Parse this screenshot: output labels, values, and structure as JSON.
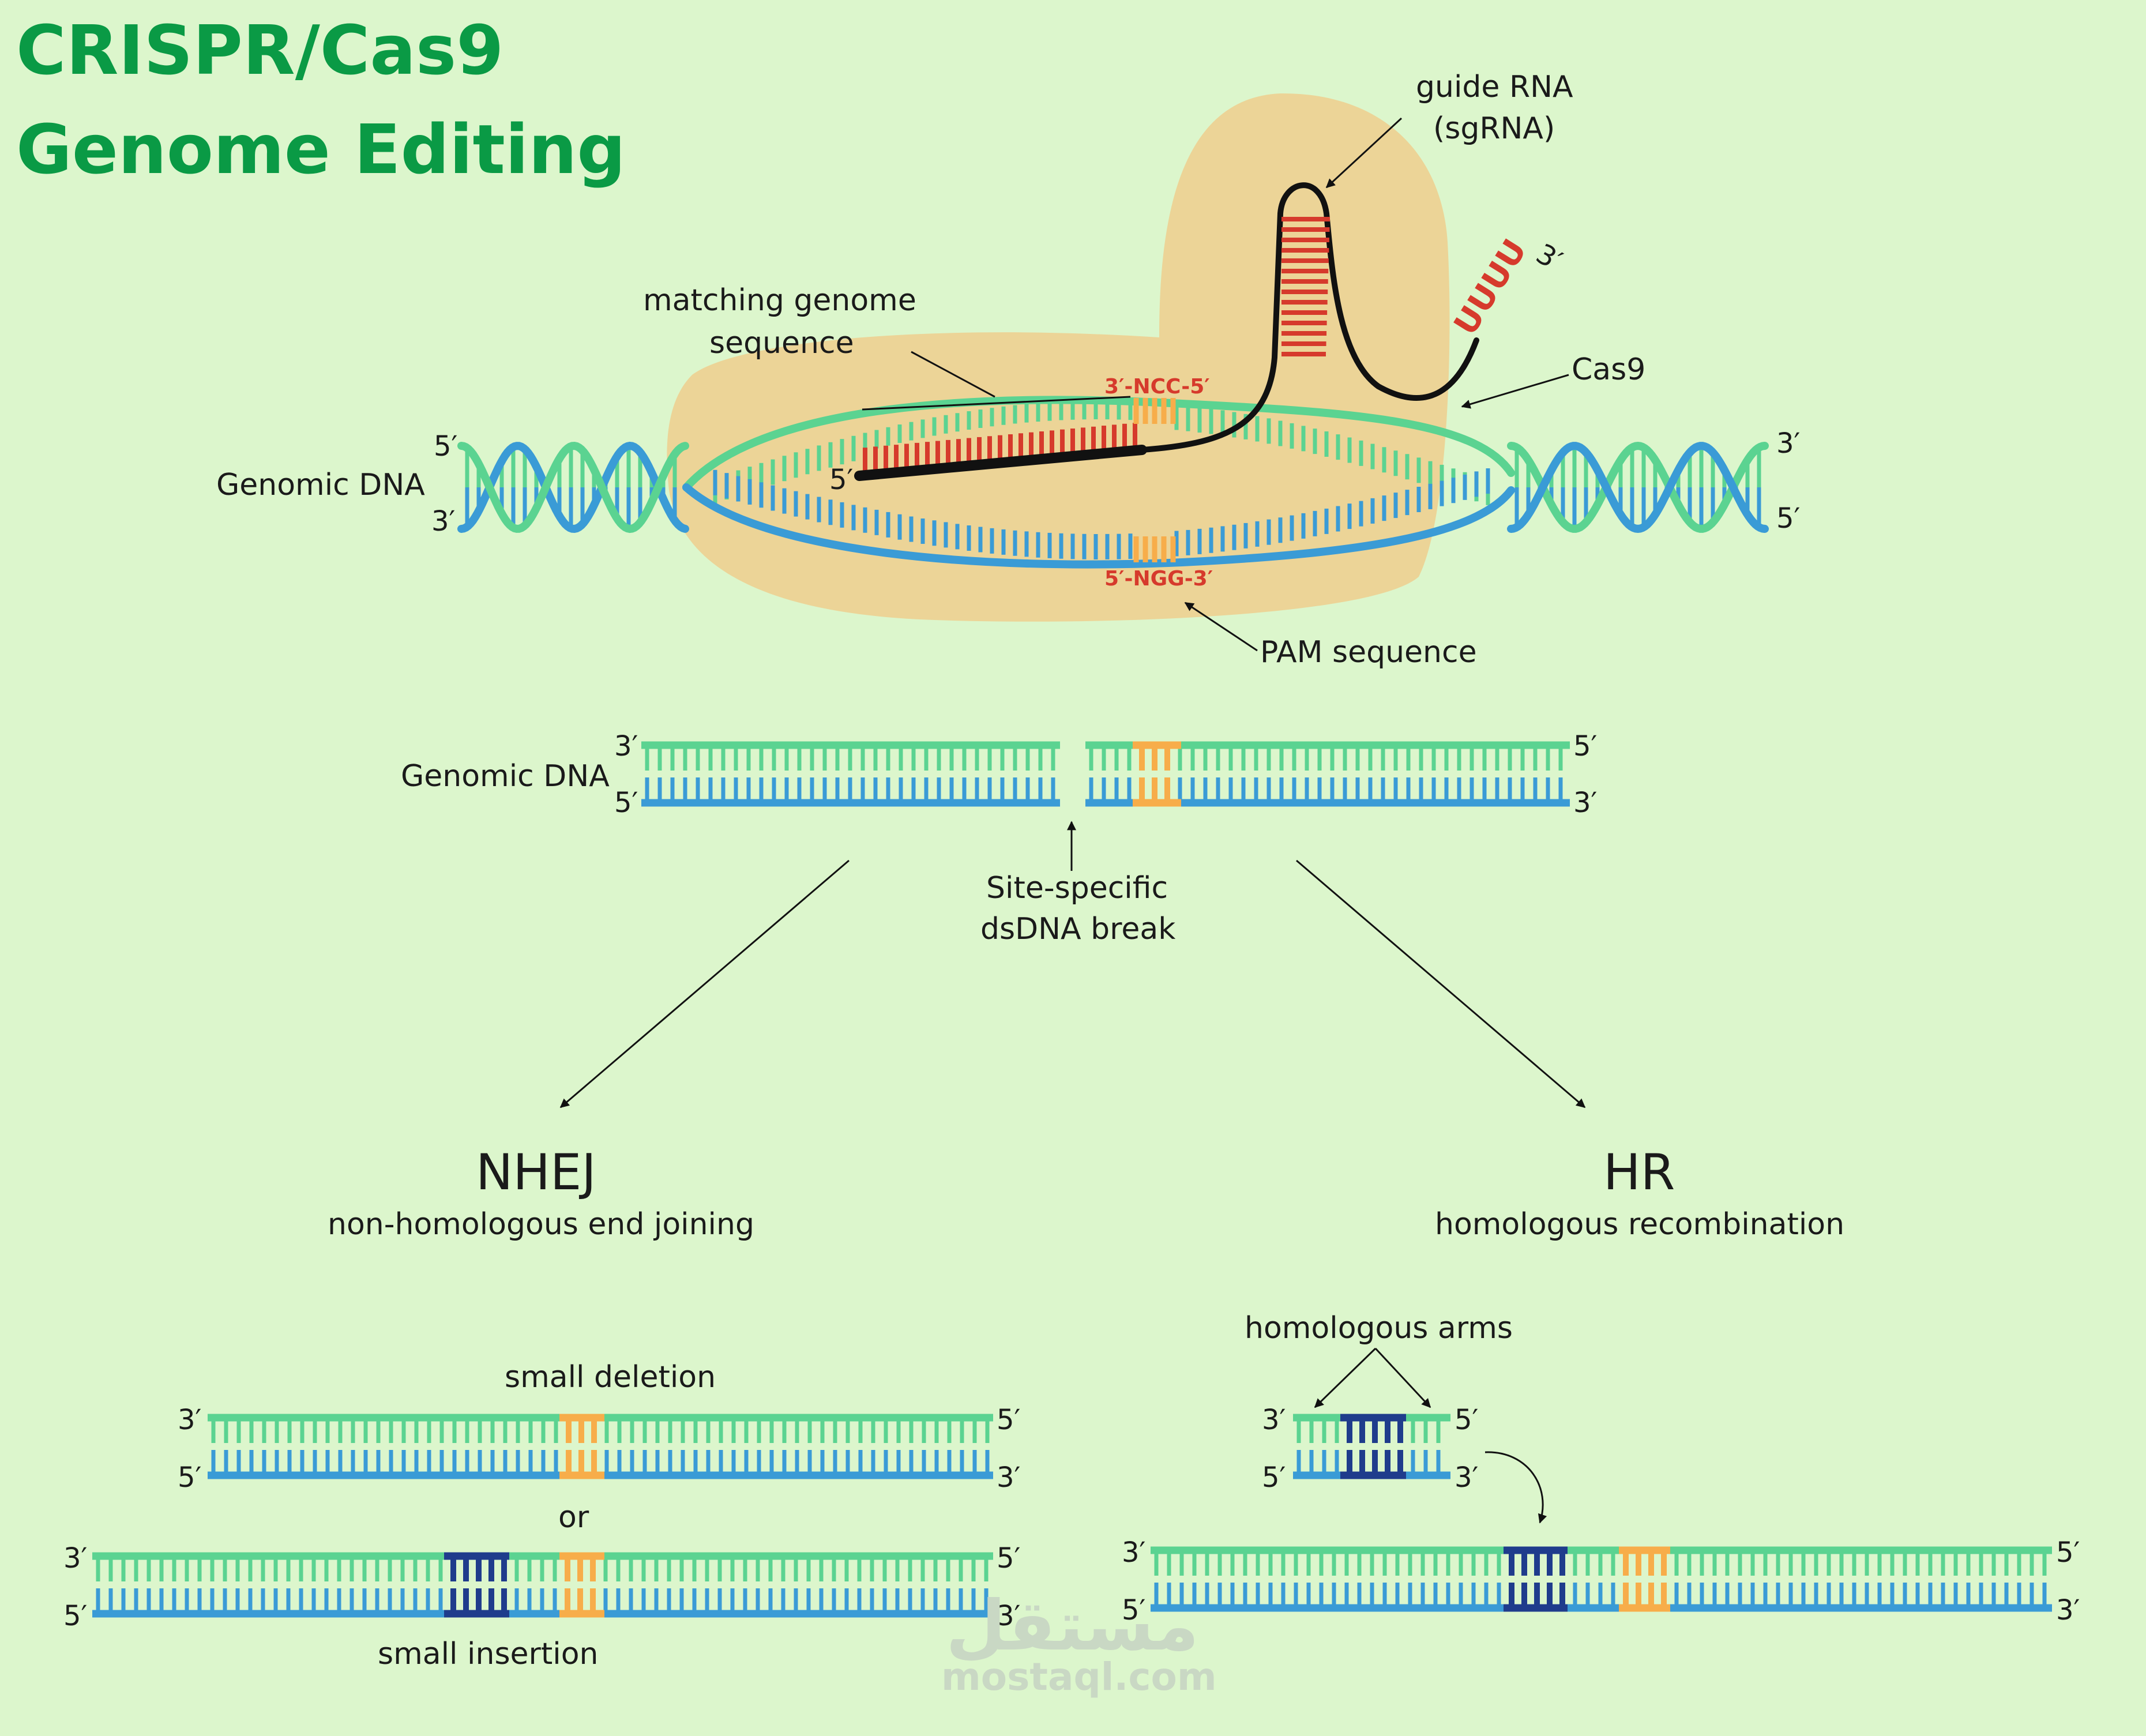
{
  "title": {
    "line1": "CRISPR/Cas9",
    "line2": "Genome Editing"
  },
  "labels": {
    "guide_rna_1": "guide RNA",
    "guide_rna_2": "(sgRNA)",
    "matching_1": "matching genome",
    "matching_2": "sequence",
    "cas9": "Cas9",
    "genomic_dna": "Genomic DNA",
    "ncc": "3′-NCC-5′",
    "ngg": "5′-NGG-3′",
    "pam": "PAM sequence",
    "uuuu": "UUUU",
    "site_1": "Site-specific",
    "site_2": "dsDNA break",
    "nhej": "NHEJ",
    "nhej_full": "non-homologous end joining",
    "hr": "HR",
    "hr_full": "homologous recombination",
    "small_deletion": "small deletion",
    "or": "or",
    "small_insertion": "small insertion",
    "homologous_arms": "homologous arms",
    "p5": "5′",
    "p3": "3′"
  },
  "watermark": {
    "arabic": "مستقل",
    "latin": "mostaql.com"
  },
  "colors": {
    "background": "#dcf6cc",
    "title": "#0a9a45",
    "strand_top": "#5bd391",
    "strand_bottom": "#3a9bd6",
    "pam": "#f7ad4a",
    "insert": "#1f3c8c",
    "rna_red": "#d63a2c",
    "cas9": "#ecd497"
  }
}
